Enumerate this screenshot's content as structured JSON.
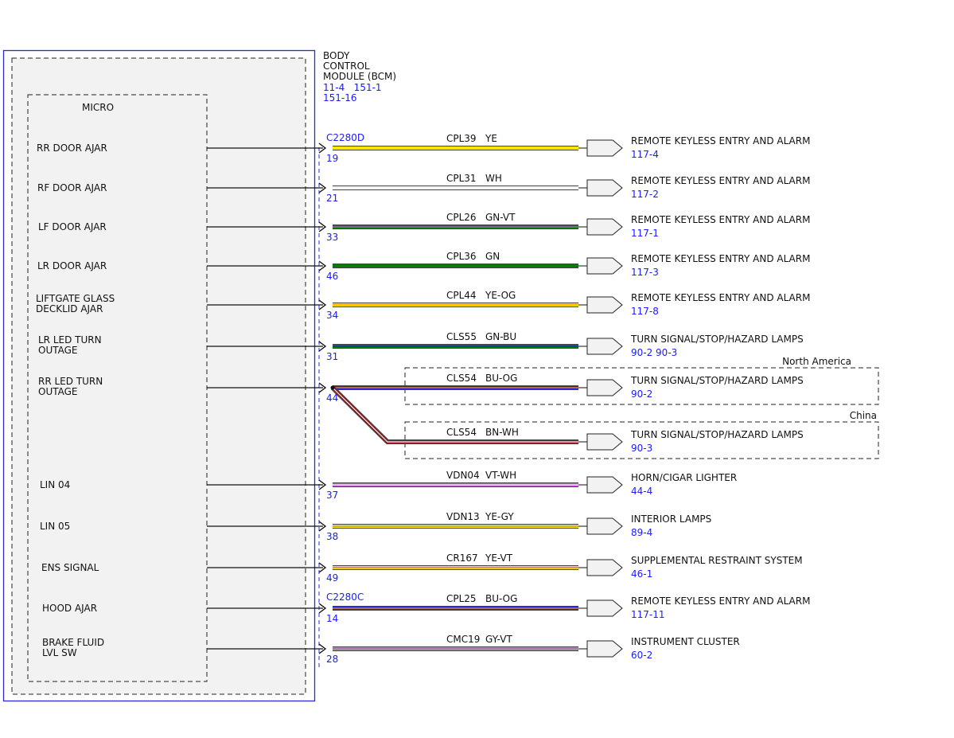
{
  "module": {
    "title_lines": [
      "BODY",
      "CONTROL",
      "MODULE (BCM)"
    ],
    "refs_line1": "11-4   151-1",
    "refs_line2": "151-16",
    "micro_label": "MICRO"
  },
  "connectors": {
    "upper": "C2280D",
    "lower": "C2280C"
  },
  "regions": {
    "north_america": "North America",
    "china": "China"
  },
  "colors": {
    "frame_blue": "#2b2bd9",
    "ref_blue": "#1a1aff",
    "module_fill": "#f2f2f2",
    "YE": "#ffe600",
    "WH": "#f4f4f4",
    "GN": "#0a7a0a",
    "VT": "#c060d0",
    "OG": "#ff9900",
    "BU": "#2020d0",
    "BN": "#8b1a1a",
    "GY": "#9a9a9a"
  },
  "circuits": [
    {
      "input_lines": [
        "RR DOOR AJAR"
      ],
      "pin": "19",
      "circuit": "CPL39",
      "color": "YE",
      "base": "#ffe600",
      "stripe": "#ffe600",
      "dest": "REMOTE KEYLESS ENTRY AND ALARM",
      "dest_ref": "117-4"
    },
    {
      "input_lines": [
        "RF DOOR AJAR"
      ],
      "pin": "21",
      "circuit": "CPL31",
      "color": "WH",
      "base": "#f4f4f4",
      "stripe": "#f4f4f4",
      "dest": "REMOTE KEYLESS ENTRY AND ALARM",
      "dest_ref": "117-2"
    },
    {
      "input_lines": [
        "LF DOOR AJAR"
      ],
      "pin": "33",
      "circuit": "CPL26",
      "color": "GN-VT",
      "base": "#0a7a0a",
      "stripe": "#c060d0",
      "dest": "REMOTE KEYLESS ENTRY AND ALARM",
      "dest_ref": "117-1"
    },
    {
      "input_lines": [
        "LR DOOR AJAR"
      ],
      "pin": "46",
      "circuit": "CPL36",
      "color": "GN",
      "base": "#0a7a0a",
      "stripe": "#0a7a0a",
      "dest": "REMOTE KEYLESS ENTRY AND ALARM",
      "dest_ref": "117-3"
    },
    {
      "input_lines": [
        "LIFTGATE GLASS",
        "DECKLID AJAR"
      ],
      "pin": "34",
      "circuit": "CPL44",
      "color": "YE-OG",
      "base": "#ffe600",
      "stripe": "#ff9900",
      "dest": "REMOTE KEYLESS ENTRY AND ALARM",
      "dest_ref": "117-8"
    },
    {
      "input_lines": [
        "LR LED TURN",
        "OUTAGE"
      ],
      "pin": "31",
      "circuit": "CLS55",
      "color": "GN-BU",
      "base": "#0a7a0a",
      "stripe": "#2020d0",
      "dest": "TURN SIGNAL/STOP/HAZARD LAMPS",
      "dest_ref": "90-2   90-3"
    },
    {
      "input_lines": [
        "RR LED TURN",
        "OUTAGE"
      ],
      "pin": "44",
      "circuit": "CLS54",
      "color": "BU-OG",
      "base": "#2020d0",
      "stripe": "#ff9900",
      "dest": "TURN SIGNAL/STOP/HAZARD LAMPS",
      "dest_ref": "90-2"
    },
    {
      "input_lines": [],
      "pin": "",
      "circuit": "CLS54",
      "color": "BN-WH",
      "base": "#8b1a1a",
      "stripe": "#f4f4f4",
      "dest": "TURN SIGNAL/STOP/HAZARD LAMPS",
      "dest_ref": "90-3"
    },
    {
      "input_lines": [
        "LIN 04"
      ],
      "pin": "37",
      "circuit": "VDN04",
      "color": "VT-WH",
      "base": "#c060d0",
      "stripe": "#f4f4f4",
      "dest": "HORN/CIGAR LIGHTER",
      "dest_ref": "44-4"
    },
    {
      "input_lines": [
        "LIN 05"
      ],
      "pin": "38",
      "circuit": "VDN13",
      "color": "YE-GY",
      "base": "#ffe600",
      "stripe": "#9a9a9a",
      "dest": "INTERIOR LAMPS",
      "dest_ref": "89-4"
    },
    {
      "input_lines": [
        "ENS SIGNAL"
      ],
      "pin": "49",
      "circuit": "CR167",
      "color": "YE-VT",
      "base": "#ffe600",
      "stripe": "#c060d0",
      "dest": "SUPPLEMENTAL RESTRAINT SYSTEM",
      "dest_ref": "46-1"
    },
    {
      "input_lines": [
        "HOOD AJAR"
      ],
      "pin": "14",
      "circuit": "CPL25",
      "color": "BU-OG",
      "base": "#2020d0",
      "stripe": "#ff9900",
      "dest": "REMOTE KEYLESS ENTRY AND ALARM",
      "dest_ref": "117-11"
    },
    {
      "input_lines": [
        "BRAKE FLUID",
        "LVL SW"
      ],
      "pin": "28",
      "circuit": "CMC19",
      "color": "GY-VT",
      "base": "#9a9a9a",
      "stripe": "#c060d0",
      "dest": "INSTRUMENT CLUSTER",
      "dest_ref": "60-2"
    }
  ]
}
